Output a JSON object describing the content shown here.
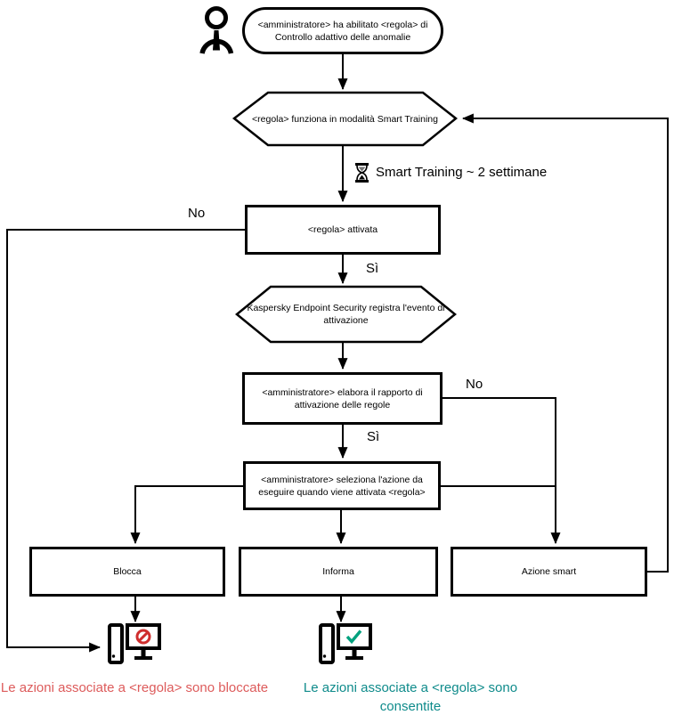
{
  "title": "Adaptive Anomaly Control rule flowchart (Kaspersky Endpoint Security)",
  "nodes": {
    "start": {
      "label": "<amministratore> ha abilitato <regola> di Controllo adattivo delle anomalie"
    },
    "smart_training": {
      "label": "<regola> funziona in modalità Smart Training"
    },
    "rule_activated": {
      "label": "<regola> attivata"
    },
    "kes_event": {
      "label": "Kaspersky Endpoint Security registra l'evento di attivazione"
    },
    "admin_report": {
      "label": "<amministratore> elabora il rapporto di attivazione delle regole"
    },
    "admin_select": {
      "label": "<amministratore> seleziona l'azione da eseguire quando viene attivata <regola>"
    },
    "block": {
      "label": "Blocca"
    },
    "inform": {
      "label": "Informa"
    },
    "smart_action": {
      "label": "Azione smart"
    }
  },
  "edges": {
    "no_left": "No",
    "si_activation": "Sì",
    "no_report": "No",
    "si_report": "Sì"
  },
  "annotations": {
    "training_duration": "Smart Training ~ 2 settimane"
  },
  "outcomes": {
    "blocked": "Le azioni associate a <regola> sono bloccate",
    "allowed": "Le azioni associate a <regola> sono consentite"
  },
  "icons": {
    "person": "administrator-icon",
    "hourglass": "hourglass-icon",
    "pc_blocked": "computer-blocked-icon",
    "pc_allowed": "computer-allowed-icon",
    "prohibition": "prohibition-icon",
    "check": "check-icon"
  },
  "colors": {
    "line": "#000000",
    "blocked_text": "#dd5b5b",
    "allowed_text": "#0f8b8b",
    "prohibition_red": "#cf2e2e",
    "check_green": "#00a17e"
  }
}
